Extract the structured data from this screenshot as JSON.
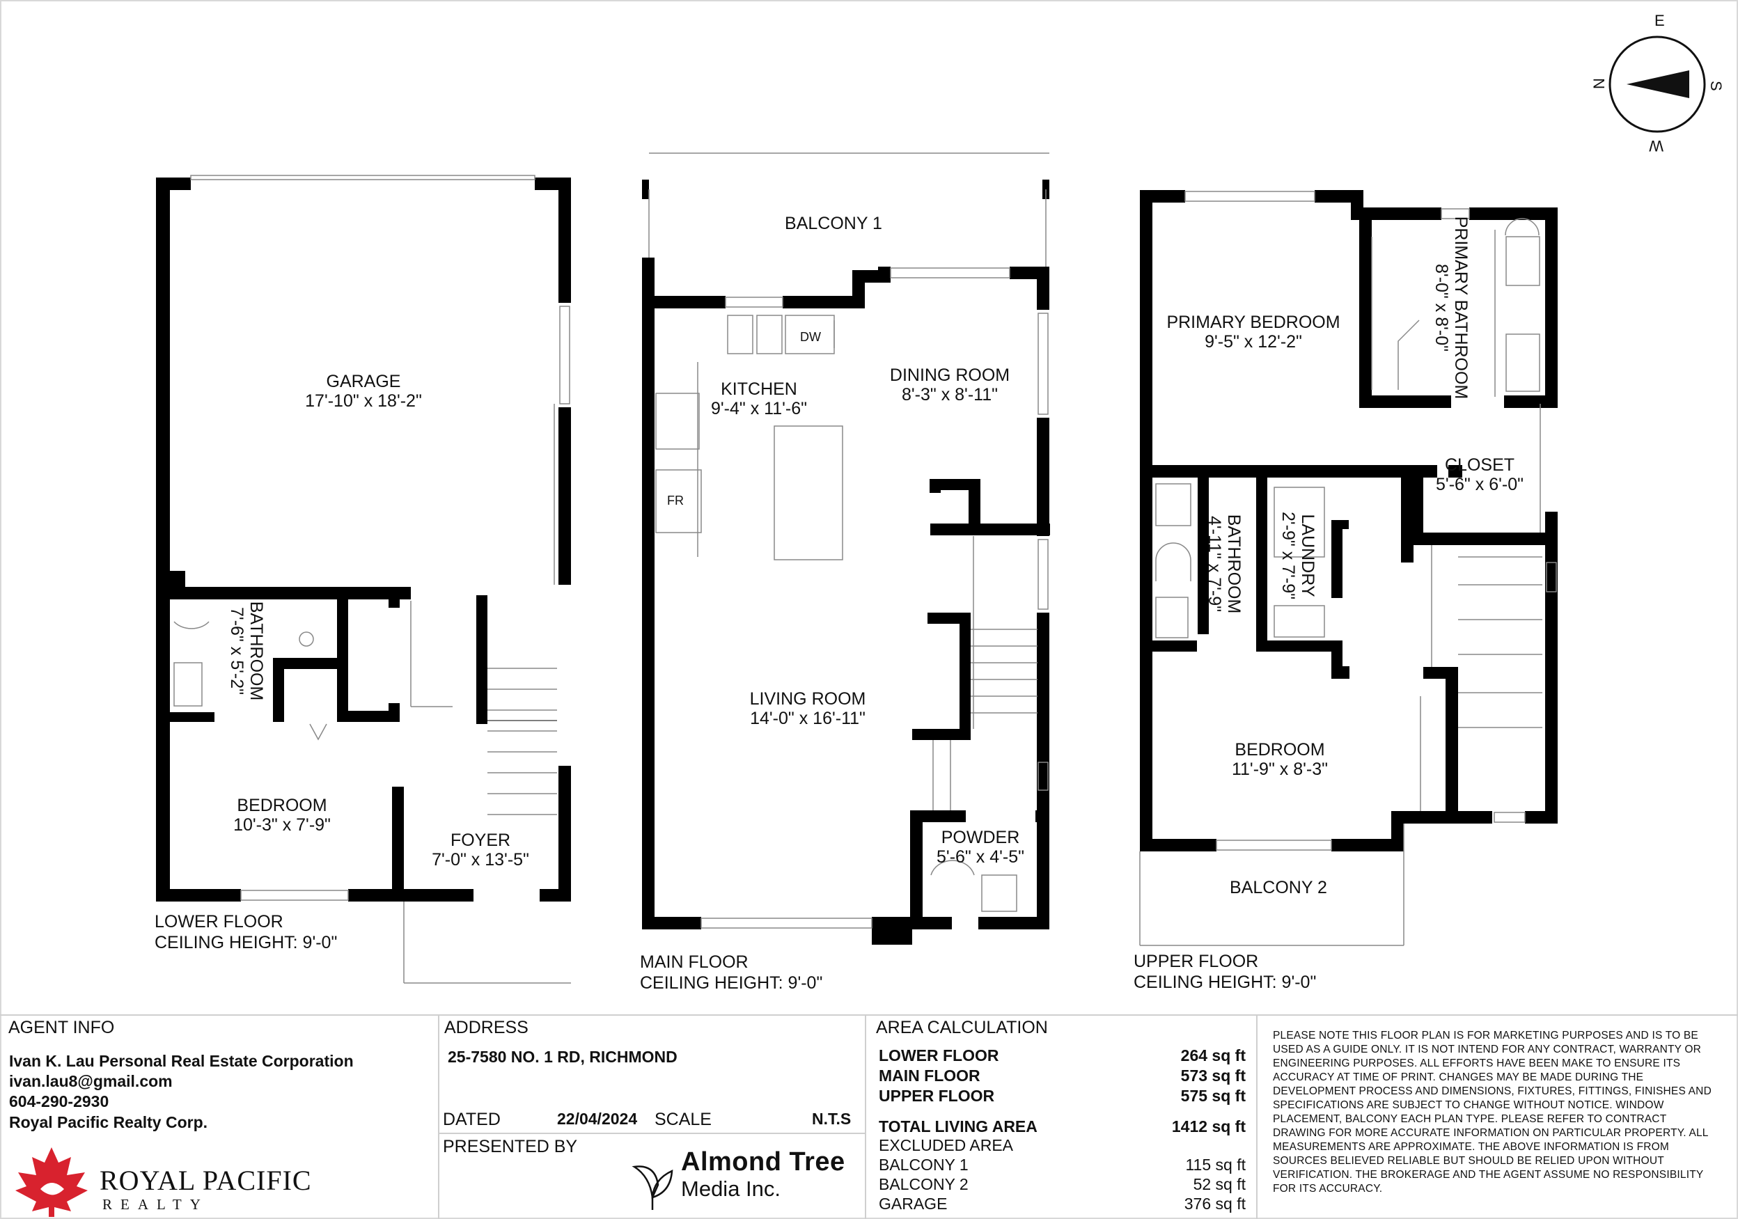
{
  "compass": {
    "n": "N",
    "e": "E",
    "s": "S",
    "w": "W"
  },
  "lower_floor": {
    "name": "LOWER FLOOR",
    "ceiling": "CEILING HEIGHT: 9'-0\"",
    "rooms": [
      {
        "name": "GARAGE",
        "dim": "17'-10\" x 18'-2\""
      },
      {
        "name": "BATHROOM",
        "dim": "7'-6\" x 5'-2\""
      },
      {
        "name": "BEDROOM",
        "dim": "10'-3\" x 7'-9\""
      },
      {
        "name": "FOYER",
        "dim": "7'-0\" x 13'-5\""
      }
    ]
  },
  "main_floor": {
    "name": "MAIN FLOOR",
    "ceiling": "CEILING HEIGHT: 9'-0\"",
    "rooms": [
      {
        "name": "BALCONY 1",
        "dim": ""
      },
      {
        "name": "KITCHEN",
        "dim": "9'-4\" x 11'-6\""
      },
      {
        "name": "DINING ROOM",
        "dim": "8'-3\" x 8'-11\""
      },
      {
        "name": "LIVING ROOM",
        "dim": "14'-0\" x 16'-11\""
      },
      {
        "name": "POWDER",
        "dim": "5'-6\" x 4'-5\""
      }
    ],
    "appliances": {
      "dw": "DW",
      "fr": "FR"
    }
  },
  "upper_floor": {
    "name": "UPPER FLOOR",
    "ceiling": "CEILING HEIGHT: 9'-0\"",
    "rooms": [
      {
        "name": "PRIMARY BEDROOM",
        "dim": "9'-5\" x 12'-2\""
      },
      {
        "name": "PRIMARY BATHROOM",
        "dim": "8'-0\" x 8'-0\""
      },
      {
        "name": "CLOSET",
        "dim": "5'-6\" x 6'-0\""
      },
      {
        "name": "BATHROOM",
        "dim": "4'-11\" x 7'-9\""
      },
      {
        "name": "LAUNDRY",
        "dim": "2'-9\" x 7'-9\""
      },
      {
        "name": "BEDROOM",
        "dim": "11'-9\" x 8'-3\""
      },
      {
        "name": "BALCONY 2",
        "dim": ""
      }
    ]
  },
  "agent": {
    "heading": "AGENT INFO",
    "name": "Ivan K. Lau Personal Real Estate Corporation",
    "email": "ivan.lau8@gmail.com",
    "phone": "604-290-2930",
    "company": "Royal Pacific Realty Corp.",
    "logo_line1": "ROYAL PACIFIC",
    "logo_line2": "REALTY"
  },
  "address": {
    "heading": "ADDRESS",
    "value": "25-7580 NO. 1 RD, RICHMOND",
    "dated_label": "DATED",
    "dated_value": "22/04/2024",
    "scale_label": "SCALE",
    "scale_value": "N.T.S",
    "presented_by": "PRESENTED BY",
    "presenter_line1": "Almond Tree",
    "presenter_line2": "Media Inc."
  },
  "area": {
    "heading": "AREA CALCULATION",
    "rows": [
      {
        "label": "LOWER FLOOR",
        "value": "264 sq ft"
      },
      {
        "label": "MAIN FLOOR",
        "value": "573 sq ft"
      },
      {
        "label": "UPPER FLOOR",
        "value": "575 sq ft"
      }
    ],
    "total_label": "TOTAL LIVING AREA",
    "total_value": "1412 sq ft",
    "excluded_label": "EXCLUDED AREA",
    "excluded_rows": [
      {
        "label": "BALCONY 1",
        "value": "115 sq ft"
      },
      {
        "label": "BALCONY 2",
        "value": "52 sq ft"
      },
      {
        "label": "GARAGE",
        "value": "376 sq ft"
      }
    ]
  },
  "disclaimer": "PLEASE NOTE THIS FLOOR PLAN IS FOR MARKETING PURPOSES AND IS TO BE USED AS A GUIDE ONLY. IT IS NOT INTEND FOR ANY CONTRACT, WARRANTY OR ENGINEERING PURPOSES. ALL EFFORTS HAVE BEEN MAKE TO ENSURE ITS ACCURACY AT TIME OF PRINT. CHANGES MAY BE MADE DURING THE DEVELOPMENT PROCESS AND DIMENSIONS, FIXTURES, FITTINGS, FINISHES AND SPECIFICATIONS ARE SUBJECT TO CHANGE WITHOUT NOTICE. WINDOW PLACEMENT, BALCONY EACH PLAN TYPE. PLEASE REFER TO CONTRACT DRAWING FOR MORE ACCURATE INFORMATION ON PARTICULAR PROPERTY. ALL MEASUREMENTS ARE APPROXIMATE. THE ABOVE INFORMATION IS FROM SOURCES BELIEVED RELIABLE BUT SHOULD BE RELIED UPON WITHOUT VERIFICATION. THE BROKERAGE AND THE AGENT ASSUME NO RESPONSIBILITY FOR ITS ACCURACY."
}
